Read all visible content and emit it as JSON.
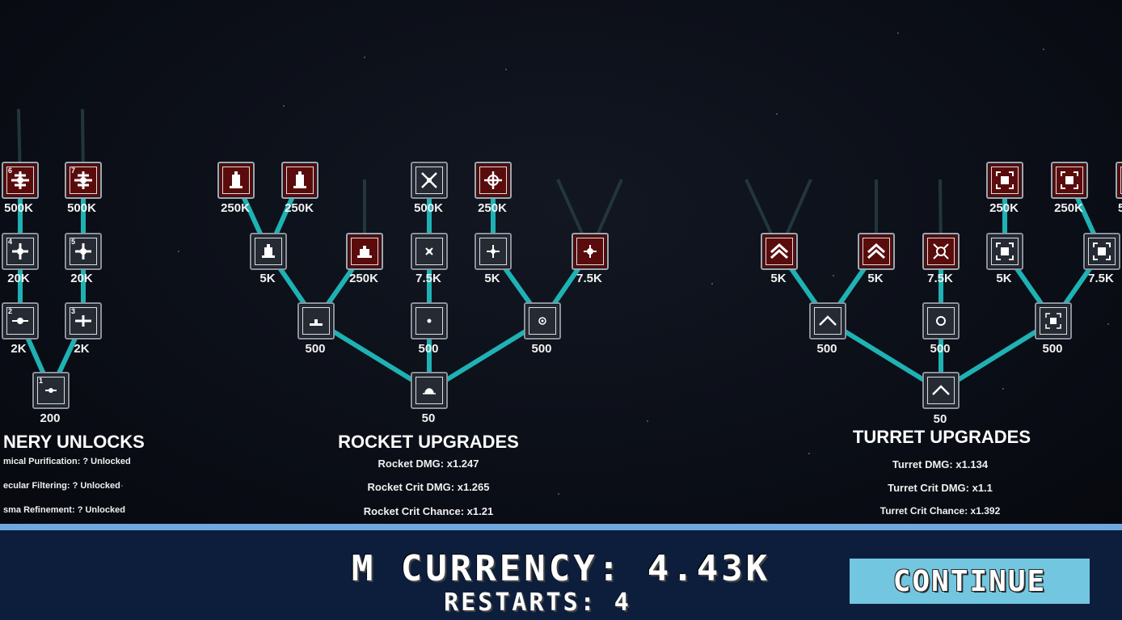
{
  "refinery": {
    "title": "NERY UNLOCKS",
    "stats": [
      "mical Purification: ? Unlocked",
      "ecular Filtering: ? Unlocked",
      "sma Refinement: ? Unlocked"
    ],
    "costs": [
      "500K",
      "500K",
      "20K",
      "20K",
      "2K",
      "2K",
      "200"
    ],
    "node_numbers": [
      "6",
      "7",
      "4",
      "5",
      "2",
      "3",
      "1"
    ]
  },
  "rocket": {
    "title": "ROCKET UPGRADES",
    "stats": [
      "Rocket DMG: x1.247",
      "Rocket Crit DMG: x1.265",
      "Rocket Crit Chance: x1.21"
    ],
    "costs": [
      "250K",
      "250K",
      "500K",
      "250K",
      "5K",
      "250K",
      "7.5K",
      "5K",
      "7.5K",
      "500",
      "500",
      "500",
      "50"
    ]
  },
  "turret": {
    "title": "TURRET UPGRADES",
    "stats": [
      "Turret DMG: x1.134",
      "Turret Crit DMG: x1.1",
      "Turret Crit Chance: x1.392"
    ],
    "costs": [
      "250K",
      "250K",
      "5",
      "5K",
      "5K",
      "7.5K",
      "5K",
      "7.5K",
      "500",
      "500",
      "500",
      "50"
    ]
  },
  "footer": {
    "currency": "M CURRENCY: 4.43K",
    "restarts": "RESTARTS: 4",
    "continue_label": "CONTINUE"
  },
  "colors": {
    "link": "#1fb2b4",
    "link_inactive": "#22363c",
    "locked_node": "#5a0c0c",
    "unlocked_node": "#262a33",
    "bar_bg": "#0c1e3b",
    "bar_border": "#6ea8de",
    "button": "#73c6e0"
  }
}
